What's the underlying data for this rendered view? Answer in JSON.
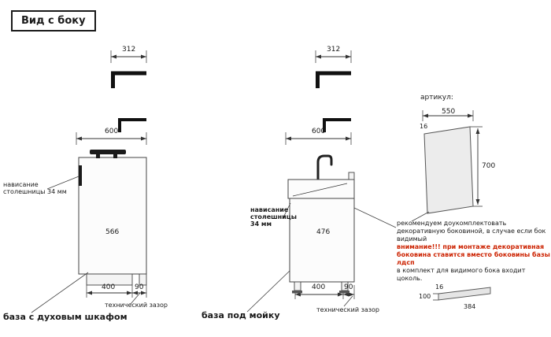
{
  "title": "Вид с боку",
  "left": {
    "caption": "база с духовым шкафом",
    "dim_top": "312",
    "dim_width": "600",
    "dim_depth": "566",
    "dim_plinth": "400",
    "dim_gap": "90",
    "overhang_line1": "нависание",
    "overhang_line2": "столешницы 34 мм",
    "tech_gap": "технический зазор"
  },
  "middle": {
    "caption": "база под мойку",
    "dim_top": "312",
    "dim_width": "600",
    "dim_depth": "476",
    "dim_plinth": "400",
    "dim_gap": "90",
    "overhang_line1": "нависание",
    "overhang_line2": "столешницы",
    "overhang_line3": "34 мм",
    "tech_gap": "технический зазор"
  },
  "right": {
    "articul_label": "артикул:",
    "panel_width": "550",
    "panel_thickness": "16",
    "panel_height": "700",
    "note_part1": "рекомендуем доукомплектовать декоративную боковиной, в случае если бок видимый",
    "note_warning": "внимание!!! при монтаже декоративная боковина ставится вместо боковины базы лдсп",
    "note_part2": "в комплект для видимого бока входит цоколь.",
    "plinth_thickness": "16",
    "plinth_height": "100",
    "plinth_length": "384"
  },
  "colors": {
    "line": "#333333",
    "warning_red": "#cc2200",
    "panel_fill": "#ececec"
  }
}
